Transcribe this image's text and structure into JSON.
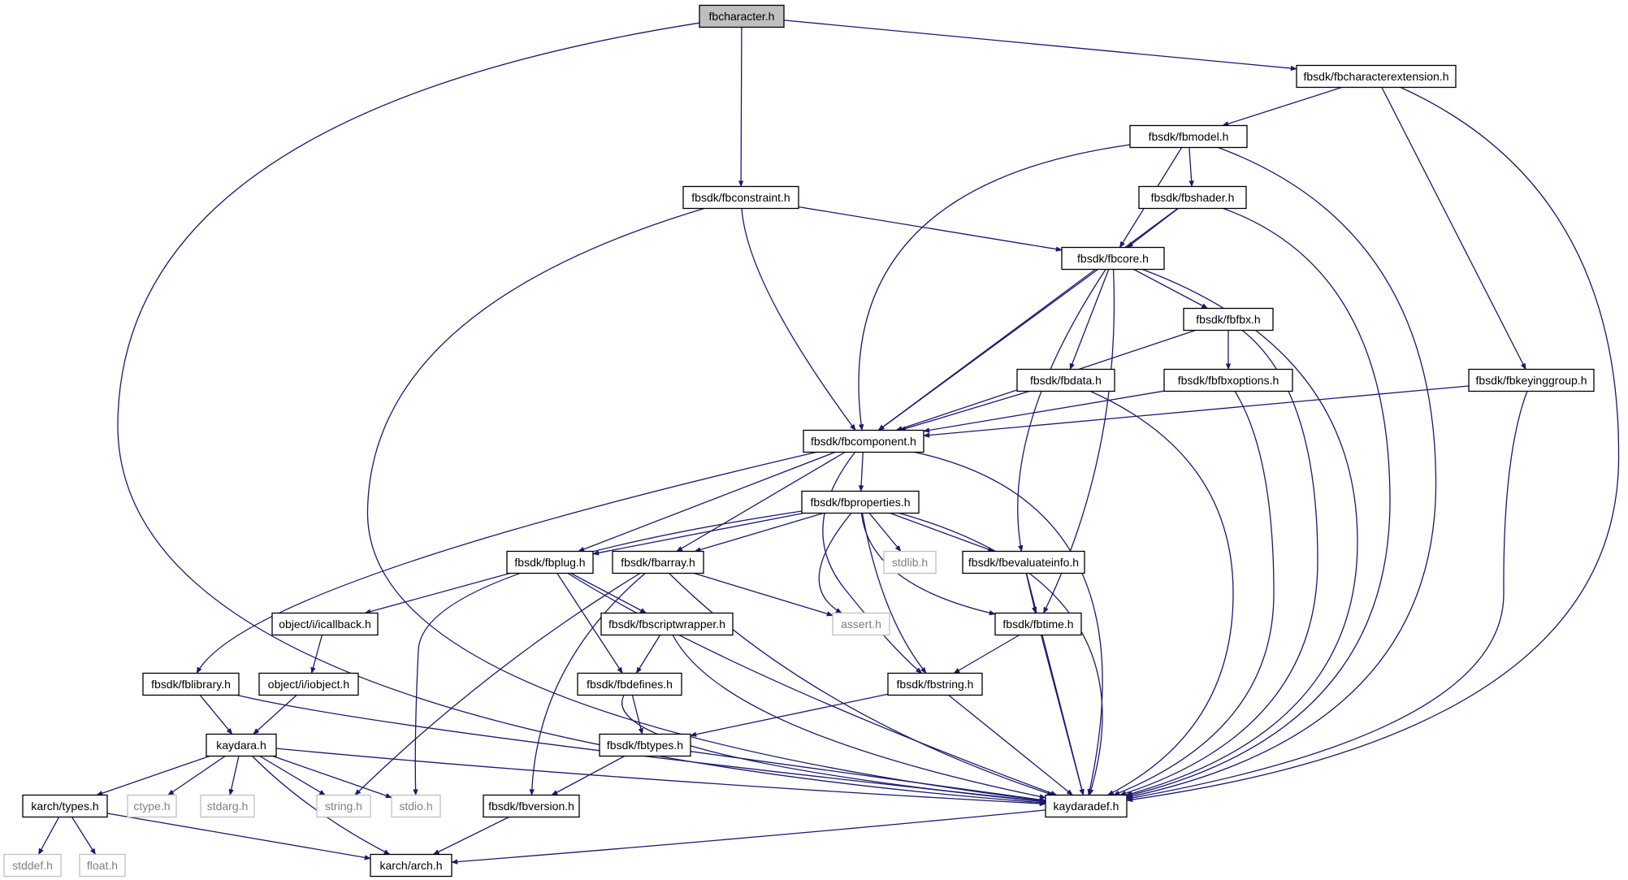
{
  "diagram": {
    "colors": {
      "edge": "#191970",
      "node_border": "#000000",
      "system_border": "#bfbfbf",
      "root_fill": "#bfbfbf",
      "node_fill": "#ffffff",
      "system_text": "#7f7f7f"
    },
    "nodes": [
      {
        "id": "fbcharacter",
        "label": "fbcharacter.h",
        "kind": "root"
      },
      {
        "id": "fbcharext",
        "label": "fbsdk/fbcharacterextension.h",
        "kind": "header"
      },
      {
        "id": "fbmodel",
        "label": "fbsdk/fbmodel.h",
        "kind": "header"
      },
      {
        "id": "fbconstraint",
        "label": "fbsdk/fbconstraint.h",
        "kind": "header"
      },
      {
        "id": "fbshader",
        "label": "fbsdk/fbshader.h",
        "kind": "header"
      },
      {
        "id": "fbcore",
        "label": "fbsdk/fbcore.h",
        "kind": "header"
      },
      {
        "id": "fbfbx",
        "label": "fbsdk/fbfbx.h",
        "kind": "header"
      },
      {
        "id": "fbdata",
        "label": "fbsdk/fbdata.h",
        "kind": "header"
      },
      {
        "id": "fbfbxoptions",
        "label": "fbsdk/fbfbxoptions.h",
        "kind": "header"
      },
      {
        "id": "fbkeyinggroup",
        "label": "fbsdk/fbkeyinggroup.h",
        "kind": "header"
      },
      {
        "id": "fbcomponent",
        "label": "fbsdk/fbcomponent.h",
        "kind": "header"
      },
      {
        "id": "fbproperties",
        "label": "fbsdk/fbproperties.h",
        "kind": "header"
      },
      {
        "id": "fbplug",
        "label": "fbsdk/fbplug.h",
        "kind": "header"
      },
      {
        "id": "fbarray",
        "label": "fbsdk/fbarray.h",
        "kind": "header"
      },
      {
        "id": "stdlib",
        "label": "stdlib.h",
        "kind": "system"
      },
      {
        "id": "fbevaluateinfo",
        "label": "fbsdk/fbevaluateinfo.h",
        "kind": "header"
      },
      {
        "id": "icallback",
        "label": "object/i/icallback.h",
        "kind": "header"
      },
      {
        "id": "fbscriptwrapper",
        "label": "fbsdk/fbscriptwrapper.h",
        "kind": "header"
      },
      {
        "id": "assert",
        "label": "assert.h",
        "kind": "system"
      },
      {
        "id": "fbtime",
        "label": "fbsdk/fbtime.h",
        "kind": "header"
      },
      {
        "id": "fblibrary",
        "label": "fbsdk/fblibrary.h",
        "kind": "header"
      },
      {
        "id": "iobject",
        "label": "object/i/iobject.h",
        "kind": "header"
      },
      {
        "id": "fbdefines",
        "label": "fbsdk/fbdefines.h",
        "kind": "header"
      },
      {
        "id": "fbstring",
        "label": "fbsdk/fbstring.h",
        "kind": "header"
      },
      {
        "id": "kaydara",
        "label": "kaydara.h",
        "kind": "header"
      },
      {
        "id": "fbtypes",
        "label": "fbsdk/fbtypes.h",
        "kind": "header"
      },
      {
        "id": "karchtypes",
        "label": "karch/types.h",
        "kind": "header"
      },
      {
        "id": "ctype",
        "label": "ctype.h",
        "kind": "system"
      },
      {
        "id": "stdarg",
        "label": "stdarg.h",
        "kind": "system"
      },
      {
        "id": "string",
        "label": "string.h",
        "kind": "system"
      },
      {
        "id": "stdio",
        "label": "stdio.h",
        "kind": "system"
      },
      {
        "id": "fbversion",
        "label": "fbsdk/fbversion.h",
        "kind": "header"
      },
      {
        "id": "kaydaradef",
        "label": "kaydaradef.h",
        "kind": "header"
      },
      {
        "id": "stddef",
        "label": "stddef.h",
        "kind": "system"
      },
      {
        "id": "float",
        "label": "float.h",
        "kind": "system"
      },
      {
        "id": "karcharch",
        "label": "karch/arch.h",
        "kind": "header"
      }
    ],
    "edges": [
      {
        "from": "fbcharacter",
        "to": "fbconstraint"
      },
      {
        "from": "fbcharacter",
        "to": "fbcharext"
      },
      {
        "from": "fbcharacter",
        "to": "kaydaradef"
      },
      {
        "from": "fbcharext",
        "to": "fbmodel"
      },
      {
        "from": "fbcharext",
        "to": "fbkeyinggroup"
      },
      {
        "from": "fbcharext",
        "to": "kaydaradef"
      },
      {
        "from": "fbmodel",
        "to": "fbshader"
      },
      {
        "from": "fbmodel",
        "to": "fbcore"
      },
      {
        "from": "fbmodel",
        "to": "fbcomponent"
      },
      {
        "from": "fbmodel",
        "to": "kaydaradef"
      },
      {
        "from": "fbconstraint",
        "to": "fbcore"
      },
      {
        "from": "fbconstraint",
        "to": "fbcomponent"
      },
      {
        "from": "fbconstraint",
        "to": "kaydaradef"
      },
      {
        "from": "fbshader",
        "to": "fbcore"
      },
      {
        "from": "fbshader",
        "to": "fbcomponent"
      },
      {
        "from": "fbshader",
        "to": "kaydaradef"
      },
      {
        "from": "fbcore",
        "to": "fbfbx"
      },
      {
        "from": "fbcore",
        "to": "fbdata"
      },
      {
        "from": "fbcore",
        "to": "fbcomponent"
      },
      {
        "from": "fbcore",
        "to": "fbevaluateinfo"
      },
      {
        "from": "fbcore",
        "to": "fbtime"
      },
      {
        "from": "fbcore",
        "to": "kaydaradef"
      },
      {
        "from": "fbfbx",
        "to": "fbfbxoptions"
      },
      {
        "from": "fbfbx",
        "to": "fbcomponent"
      },
      {
        "from": "fbfbx",
        "to": "kaydaradef"
      },
      {
        "from": "fbdata",
        "to": "fbcomponent"
      },
      {
        "from": "fbdata",
        "to": "kaydaradef"
      },
      {
        "from": "fbfbxoptions",
        "to": "fbcomponent"
      },
      {
        "from": "fbfbxoptions",
        "to": "kaydaradef"
      },
      {
        "from": "fbkeyinggroup",
        "to": "fbcomponent"
      },
      {
        "from": "fbkeyinggroup",
        "to": "kaydaradef"
      },
      {
        "from": "fbcomponent",
        "to": "fbproperties"
      },
      {
        "from": "fbcomponent",
        "to": "fbplug"
      },
      {
        "from": "fbcomponent",
        "to": "fbarray"
      },
      {
        "from": "fbcomponent",
        "to": "fblibrary"
      },
      {
        "from": "fbcomponent",
        "to": "fbstring"
      },
      {
        "from": "fbcomponent",
        "to": "kaydaradef"
      },
      {
        "from": "fbproperties",
        "to": "fbplug"
      },
      {
        "from": "fbproperties",
        "to": "fbarray"
      },
      {
        "from": "fbproperties",
        "to": "stdlib"
      },
      {
        "from": "fbproperties",
        "to": "fbevaluateinfo"
      },
      {
        "from": "fbproperties",
        "to": "assert"
      },
      {
        "from": "fbproperties",
        "to": "fbtime"
      },
      {
        "from": "fbproperties",
        "to": "fbstring"
      },
      {
        "from": "fbproperties",
        "to": "stdio"
      },
      {
        "from": "fbproperties",
        "to": "kaydaradef"
      },
      {
        "from": "fbplug",
        "to": "icallback"
      },
      {
        "from": "fbplug",
        "to": "fbscriptwrapper"
      },
      {
        "from": "fbplug",
        "to": "fbdefines"
      },
      {
        "from": "fbplug",
        "to": "kaydaradef"
      },
      {
        "from": "fbarray",
        "to": "assert"
      },
      {
        "from": "fbarray",
        "to": "string"
      },
      {
        "from": "fbarray",
        "to": "fbversion"
      },
      {
        "from": "fbarray",
        "to": "kaydaradef"
      },
      {
        "from": "fbevaluateinfo",
        "to": "fbtime"
      },
      {
        "from": "fbevaluateinfo",
        "to": "kaydaradef"
      },
      {
        "from": "icallback",
        "to": "iobject"
      },
      {
        "from": "fbscriptwrapper",
        "to": "fbdefines"
      },
      {
        "from": "fbscriptwrapper",
        "to": "kaydaradef"
      },
      {
        "from": "fbtime",
        "to": "fbstring"
      },
      {
        "from": "fbtime",
        "to": "kaydaradef"
      },
      {
        "from": "fblibrary",
        "to": "kaydara"
      },
      {
        "from": "fblibrary",
        "to": "kaydaradef"
      },
      {
        "from": "iobject",
        "to": "kaydara"
      },
      {
        "from": "fbdefines",
        "to": "fbtypes"
      },
      {
        "from": "fbdefines",
        "to": "kaydaradef"
      },
      {
        "from": "fbstring",
        "to": "fbtypes"
      },
      {
        "from": "fbstring",
        "to": "kaydaradef"
      },
      {
        "from": "fbtypes",
        "to": "fbversion"
      },
      {
        "from": "fbtypes",
        "to": "kaydaradef"
      },
      {
        "from": "kaydara",
        "to": "karchtypes"
      },
      {
        "from": "kaydara",
        "to": "ctype"
      },
      {
        "from": "kaydara",
        "to": "stdarg"
      },
      {
        "from": "kaydara",
        "to": "string"
      },
      {
        "from": "kaydara",
        "to": "stdio"
      },
      {
        "from": "kaydara",
        "to": "karcharch"
      },
      {
        "from": "kaydara",
        "to": "kaydaradef"
      },
      {
        "from": "karchtypes",
        "to": "stddef"
      },
      {
        "from": "karchtypes",
        "to": "float"
      },
      {
        "from": "karchtypes",
        "to": "karcharch"
      },
      {
        "from": "fbversion",
        "to": "karcharch"
      },
      {
        "from": "kaydaradef",
        "to": "karcharch"
      }
    ]
  }
}
